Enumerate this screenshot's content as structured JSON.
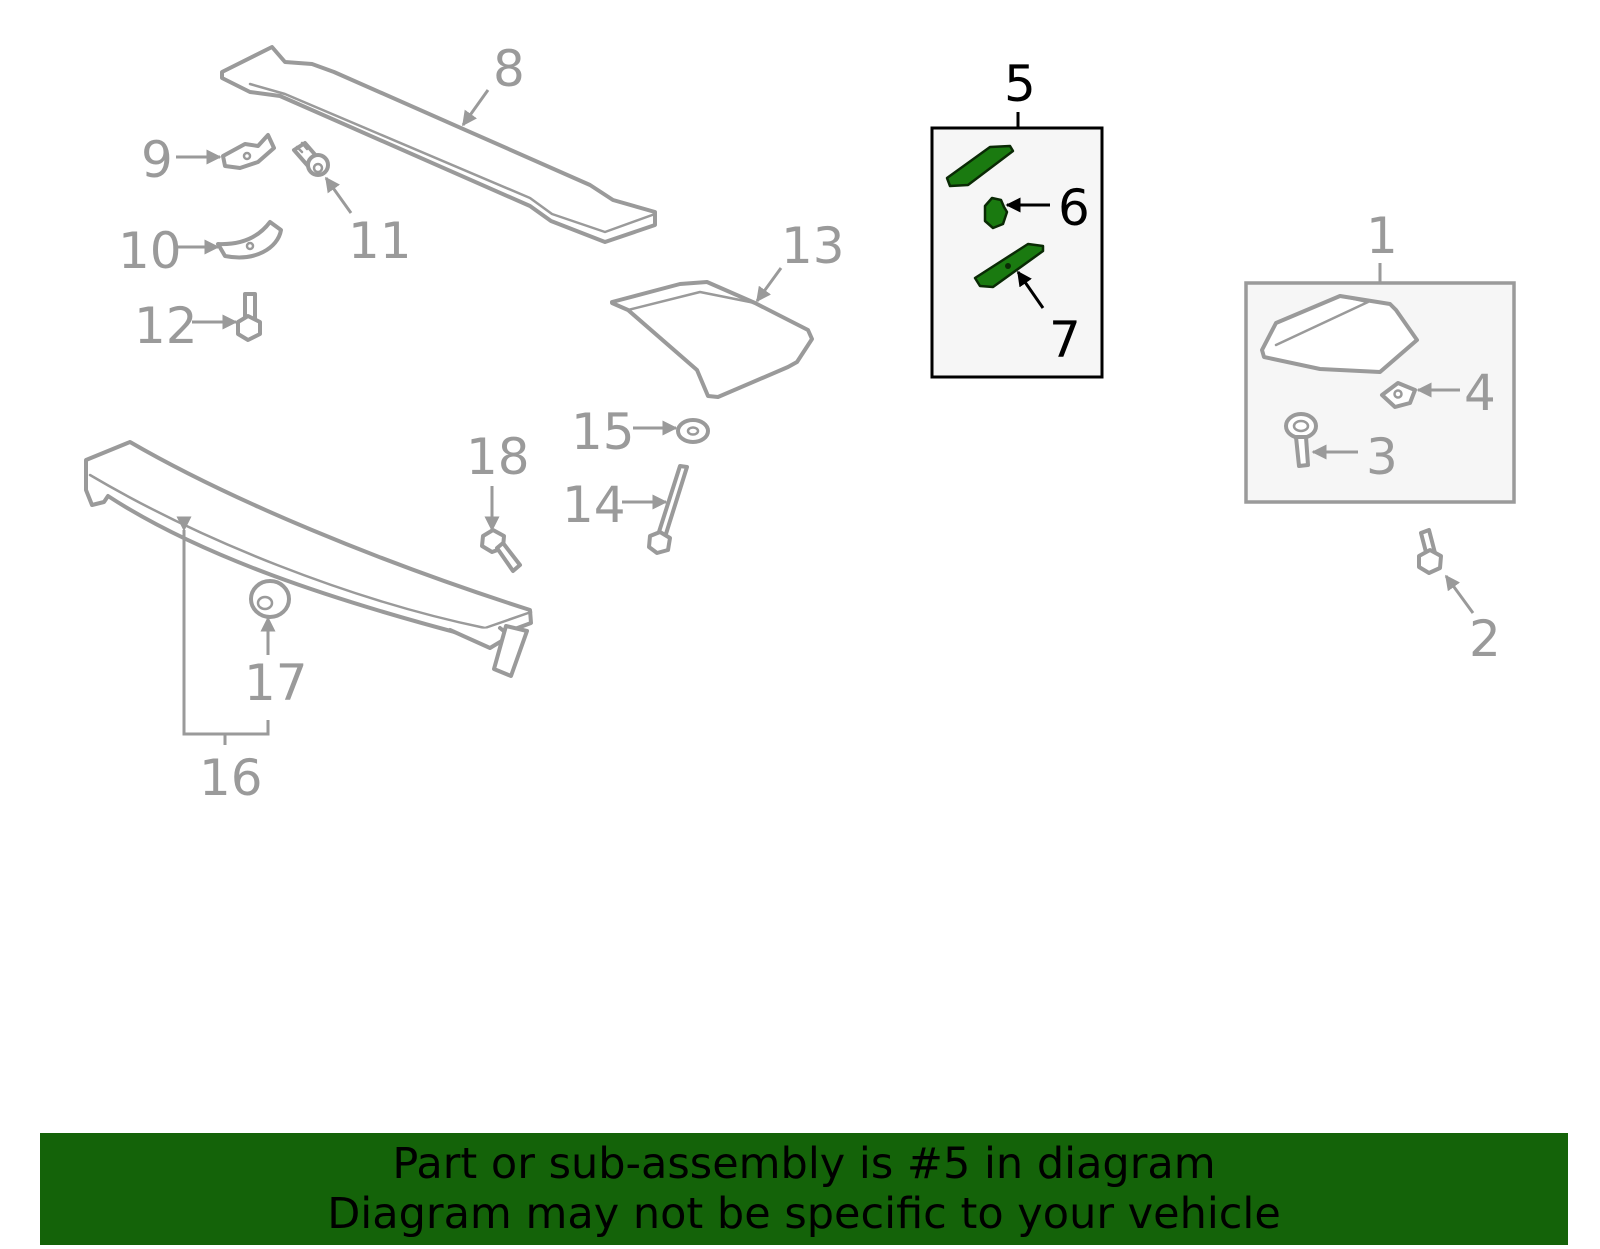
{
  "callouts": {
    "c1": "1",
    "c2": "2",
    "c3": "3",
    "c4": "4",
    "c5": "5",
    "c6": "6",
    "c7": "7",
    "c8": "8",
    "c9": "9",
    "c10": "10",
    "c11": "11",
    "c12": "12",
    "c13": "13",
    "c14": "14",
    "c15": "15",
    "c16": "16",
    "c17": "17",
    "c18": "18"
  },
  "banner": {
    "line1": "Part or sub-assembly is #5 in diagram",
    "line2": "Diagram may not be specific to your vehicle"
  },
  "colors": {
    "highlight_green": "#146309",
    "part_green": "#1a7a10",
    "part_gray": "#9a9a9a",
    "group_box_fill": "#f6f6f6"
  }
}
